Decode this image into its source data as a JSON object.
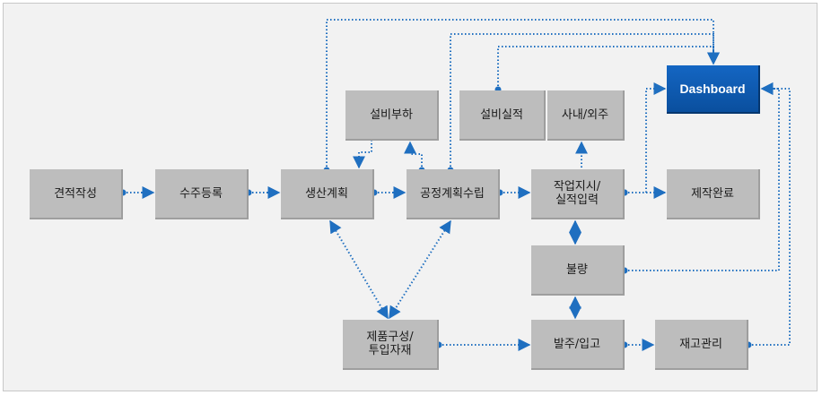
{
  "colors": {
    "edge": "#1f6fc0",
    "node": "#bdbdbd",
    "dashboard": "#0d57ad"
  },
  "nodes": {
    "estimate": "견적작성",
    "order": "수주등록",
    "production_plan": "생산계획",
    "process_plan": "공정계획수립",
    "equipment_load": "설비부하",
    "equipment_result": "설비실적",
    "inhouse_outsource": "사내/외주",
    "work_order": "작업지시/\n실적입력",
    "complete": "제작완료",
    "dashboard": "Dashboard",
    "defect": "불량",
    "bom": "제품구성/\n투입자재",
    "purchase": "발주/입고",
    "inventory": "재고관리"
  }
}
